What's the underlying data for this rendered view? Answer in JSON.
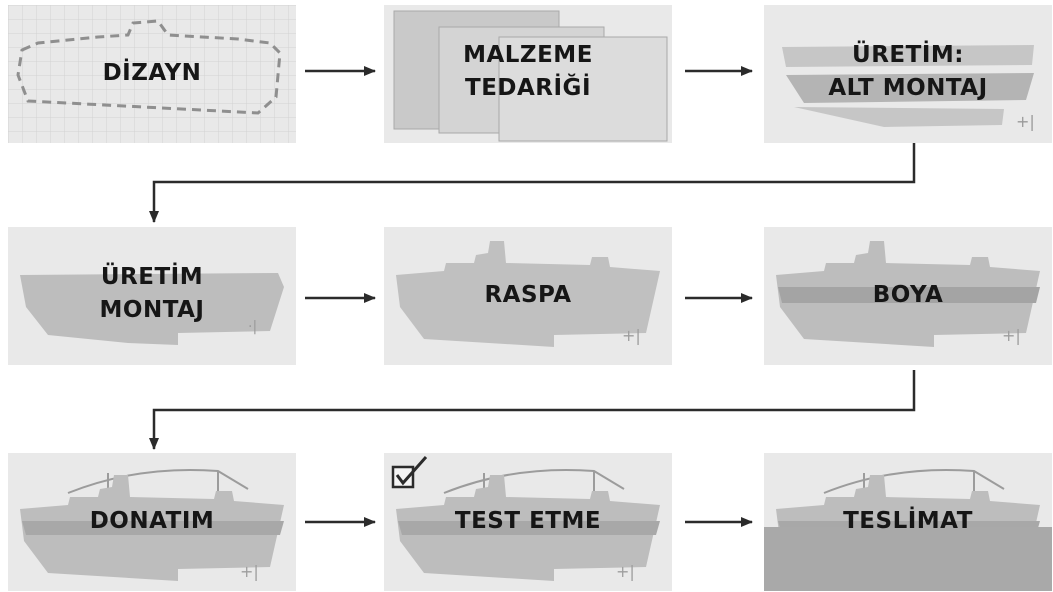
{
  "steps": [
    {
      "label": "DİZAYN"
    },
    {
      "label_lines": [
        "MALZEME",
        "TEDARİĞİ"
      ]
    },
    {
      "label_lines": [
        "ÜRETİM:",
        "ALT MONTAJ"
      ]
    },
    {
      "label_lines": [
        "ÜRETİM",
        "MONTAJ"
      ]
    },
    {
      "label": "RASPA"
    },
    {
      "label": "BOYA"
    },
    {
      "label": "DONATIM"
    },
    {
      "label": "TEST ETME"
    },
    {
      "label": "TESLİMAT"
    }
  ],
  "colors": {
    "tile_bg": "#e9e9e9",
    "hull": "#bdbdbd",
    "paint_band": "#a4a4a4",
    "text": "#161616",
    "arrow": "#2b2b2b"
  }
}
